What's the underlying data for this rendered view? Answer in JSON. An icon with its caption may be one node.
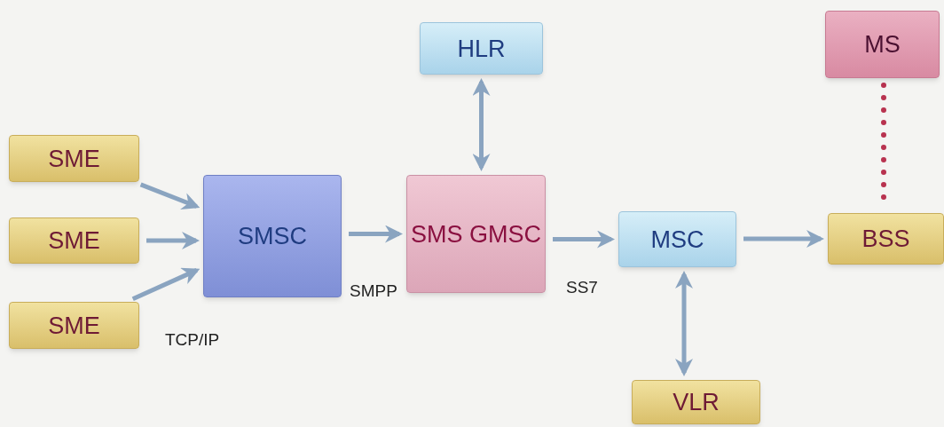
{
  "diagram": {
    "nodes": [
      {
        "text": [
          "HLR"
        ]
      },
      {
        "text": [
          "MS"
        ]
      },
      {
        "text": [
          "SME"
        ]
      },
      {
        "text": [
          "SME"
        ]
      },
      {
        "text": [
          "SME"
        ]
      },
      {
        "text": [
          "SMSC"
        ]
      },
      {
        "text": [
          "SMS GMSC"
        ]
      },
      {
        "text": [
          "MSC"
        ]
      },
      {
        "text": [
          "BSS"
        ]
      },
      {
        "text": [
          "VLR"
        ]
      }
    ],
    "edges": [
      {
        "from": 2,
        "to": 5,
        "arrow": "to"
      },
      {
        "from": 3,
        "to": 5,
        "arrow": "to"
      },
      {
        "from": 4,
        "to": 5,
        "arrow": "to"
      },
      {
        "from": 5,
        "to": 6,
        "arrow": "to",
        "label": "SMPP"
      },
      {
        "from": 6,
        "to": 7,
        "arrow": "to",
        "label": "SS7"
      },
      {
        "from": 7,
        "to": 8,
        "arrow": "to"
      },
      {
        "from": 0,
        "to": 6,
        "arrow": "both"
      },
      {
        "from": 7,
        "to": 9,
        "arrow": "both"
      },
      {
        "from": 1,
        "to": 8,
        "arrow": "none",
        "style": "dashed",
        "color": "#b8324f"
      }
    ],
    "labels": [
      "TCP/IP"
    ]
  }
}
